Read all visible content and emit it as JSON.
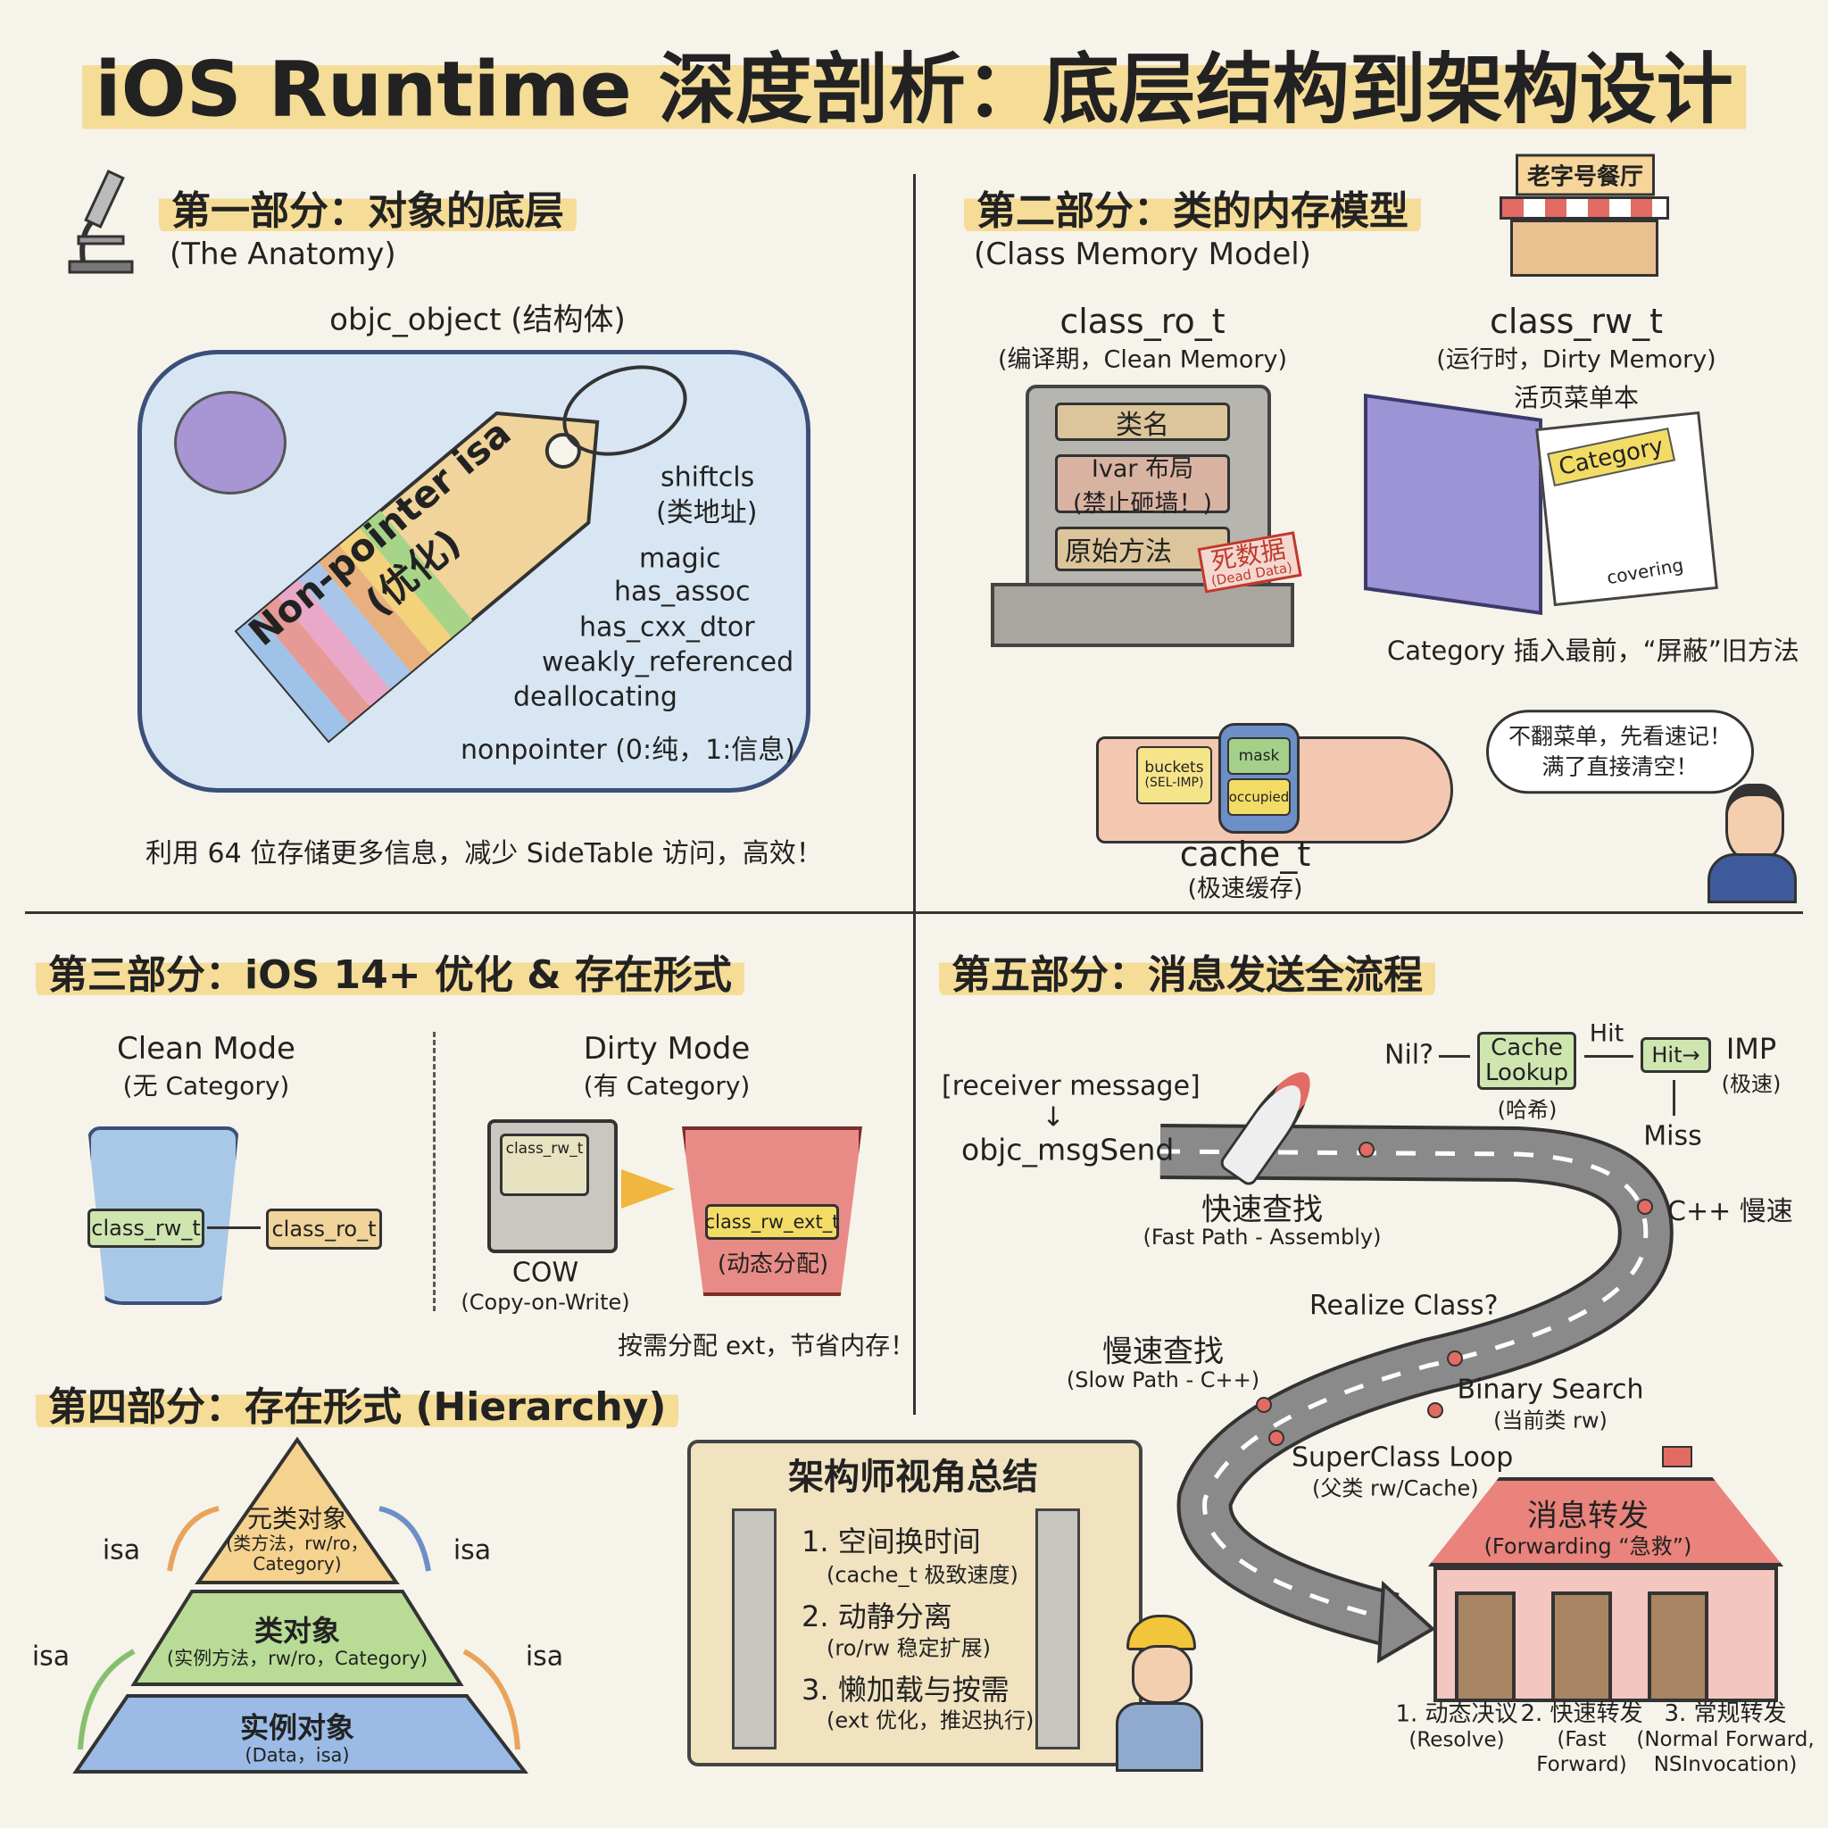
{
  "title": "iOS Runtime 深度剖析：底层结构到架构设计",
  "colors": {
    "background": "#f6f3ea",
    "highlight": "#f5dc97",
    "tag": "#f0d49b",
    "road": "#8a8a8a",
    "clean_bucket": "#a9c8e8",
    "dirty_bucket": "#e88b86",
    "green_box": "#cfe5b0",
    "tent": "#e9837c"
  },
  "part1": {
    "heading": "第一部分：对象的底层",
    "subheading": "(The Anatomy)",
    "icon": "microscope-icon",
    "struct_label": "objc_object (结构体)",
    "tag_text": "Non-pointer isa",
    "tag_text2": "(优化)",
    "fields": [
      {
        "name": "shiftcls",
        "note": "(类地址)"
      },
      {
        "name": "magic"
      },
      {
        "name": "has_assoc"
      },
      {
        "name": "has_cxx_dtor"
      },
      {
        "name": "weakly_referenced"
      },
      {
        "name": "deallocating"
      },
      {
        "name": "nonpointer (0:纯，1:信息)"
      }
    ],
    "caption": "利用 64 位存储更多信息，减少 SideTable 访问，高效！"
  },
  "part2": {
    "heading": "第二部分：类的内存模型",
    "subheading": "(Class Memory Model)",
    "shop_sign": "老字号餐厅",
    "ro": {
      "title": "class_ro_t",
      "sub": "(编译期，Clean Memory)",
      "rows": [
        "类名",
        "Ivar 布局",
        "(禁止砸墙！)",
        "原始方法"
      ],
      "stamp": "死数据",
      "stamp_sub": "(Dead Data)"
    },
    "rw": {
      "title": "class_rw_t",
      "sub": "(运行时，Dirty Memory)",
      "book": "活页菜单本",
      "page_label": "Category",
      "covering": "covering",
      "caption": "Category 插入最前，“屏蔽”旧方法"
    },
    "cache": {
      "title": "cache_t",
      "sub": "(极速缓存)",
      "buckets": "buckets",
      "buckets_sub": "(SEL-IMP)",
      "mask": "mask",
      "occupied": "occupied"
    },
    "thought": [
      "不翻菜单，先看速记！",
      "满了直接清空！"
    ]
  },
  "part3": {
    "heading": "第三部分：iOS 14+ 优化 & 存在形式",
    "clean": {
      "title": "Clean Mode",
      "sub": "(无 Category)",
      "rw": "class_rw_t",
      "ro": "class_ro_t"
    },
    "dirty": {
      "title": "Dirty Mode",
      "sub": "(有 Category)",
      "machine": "class_rw_t",
      "cow": "COW",
      "cow_sub": "(Copy-on-Write)",
      "ext": "class_rw_ext_t",
      "ext_sub": "(动态分配)"
    },
    "caption": "按需分配 ext，节省内存！"
  },
  "part4": {
    "heading": "第四部分：存在形式 (Hierarchy)",
    "levels": [
      {
        "title": "元类对象",
        "lines": [
          "(类方法，rw/ro，",
          "Category)"
        ]
      },
      {
        "title": "类对象",
        "lines": [
          "(实例方法，rw/ro，Category)"
        ]
      },
      {
        "title": "实例对象",
        "lines": [
          "(Data，isa)"
        ]
      }
    ],
    "isa_label": "isa"
  },
  "summary": {
    "title": "架构师视角总结",
    "items": [
      {
        "title": "1. 空间换时间",
        "sub": "(cache_t 极致速度)"
      },
      {
        "title": "2. 动静分离",
        "sub": "(ro/rw 稳定扩展)"
      },
      {
        "title": "3. 懒加载与按需",
        "sub": "(ext 优化，推迟执行)"
      }
    ]
  },
  "part5": {
    "heading": "第五部分：消息发送全流程",
    "receiver": "[receiver message]",
    "arrow_down": "↓",
    "msgsend": "objc_msgSend",
    "nil": "Nil?",
    "cache_lookup": [
      "Cache",
      "Lookup"
    ],
    "hash": "(哈希)",
    "hit": "Hit",
    "hit_box": "Hit→",
    "imp": "IMP",
    "imp_sub": "(极速)",
    "miss": "Miss",
    "cpp_slow": "C++ 慢速",
    "fast": {
      "title": "快速查找",
      "sub": "(Fast Path - Assembly)"
    },
    "realize": "Realize Class?",
    "slow": {
      "title": "慢速查找",
      "sub": "(Slow Path - C++)"
    },
    "binary": {
      "title": "Binary Search",
      "sub": "(当前类 rw)"
    },
    "superclass": {
      "title": "SuperClass Loop",
      "sub": "(父类 rw/Cache)"
    },
    "forwarding": {
      "title": "消息转发",
      "sub": "(Forwarding “急救”)"
    },
    "steps": [
      {
        "title": "1. 动态决议",
        "sub": [
          "(Resolve)"
        ]
      },
      {
        "title": "2. 快速转发",
        "sub": [
          "(Fast",
          "Forward)"
        ]
      },
      {
        "title": "3. 常规转发",
        "sub": [
          "(Normal Forward,",
          "NSInvocation)"
        ]
      }
    ]
  }
}
